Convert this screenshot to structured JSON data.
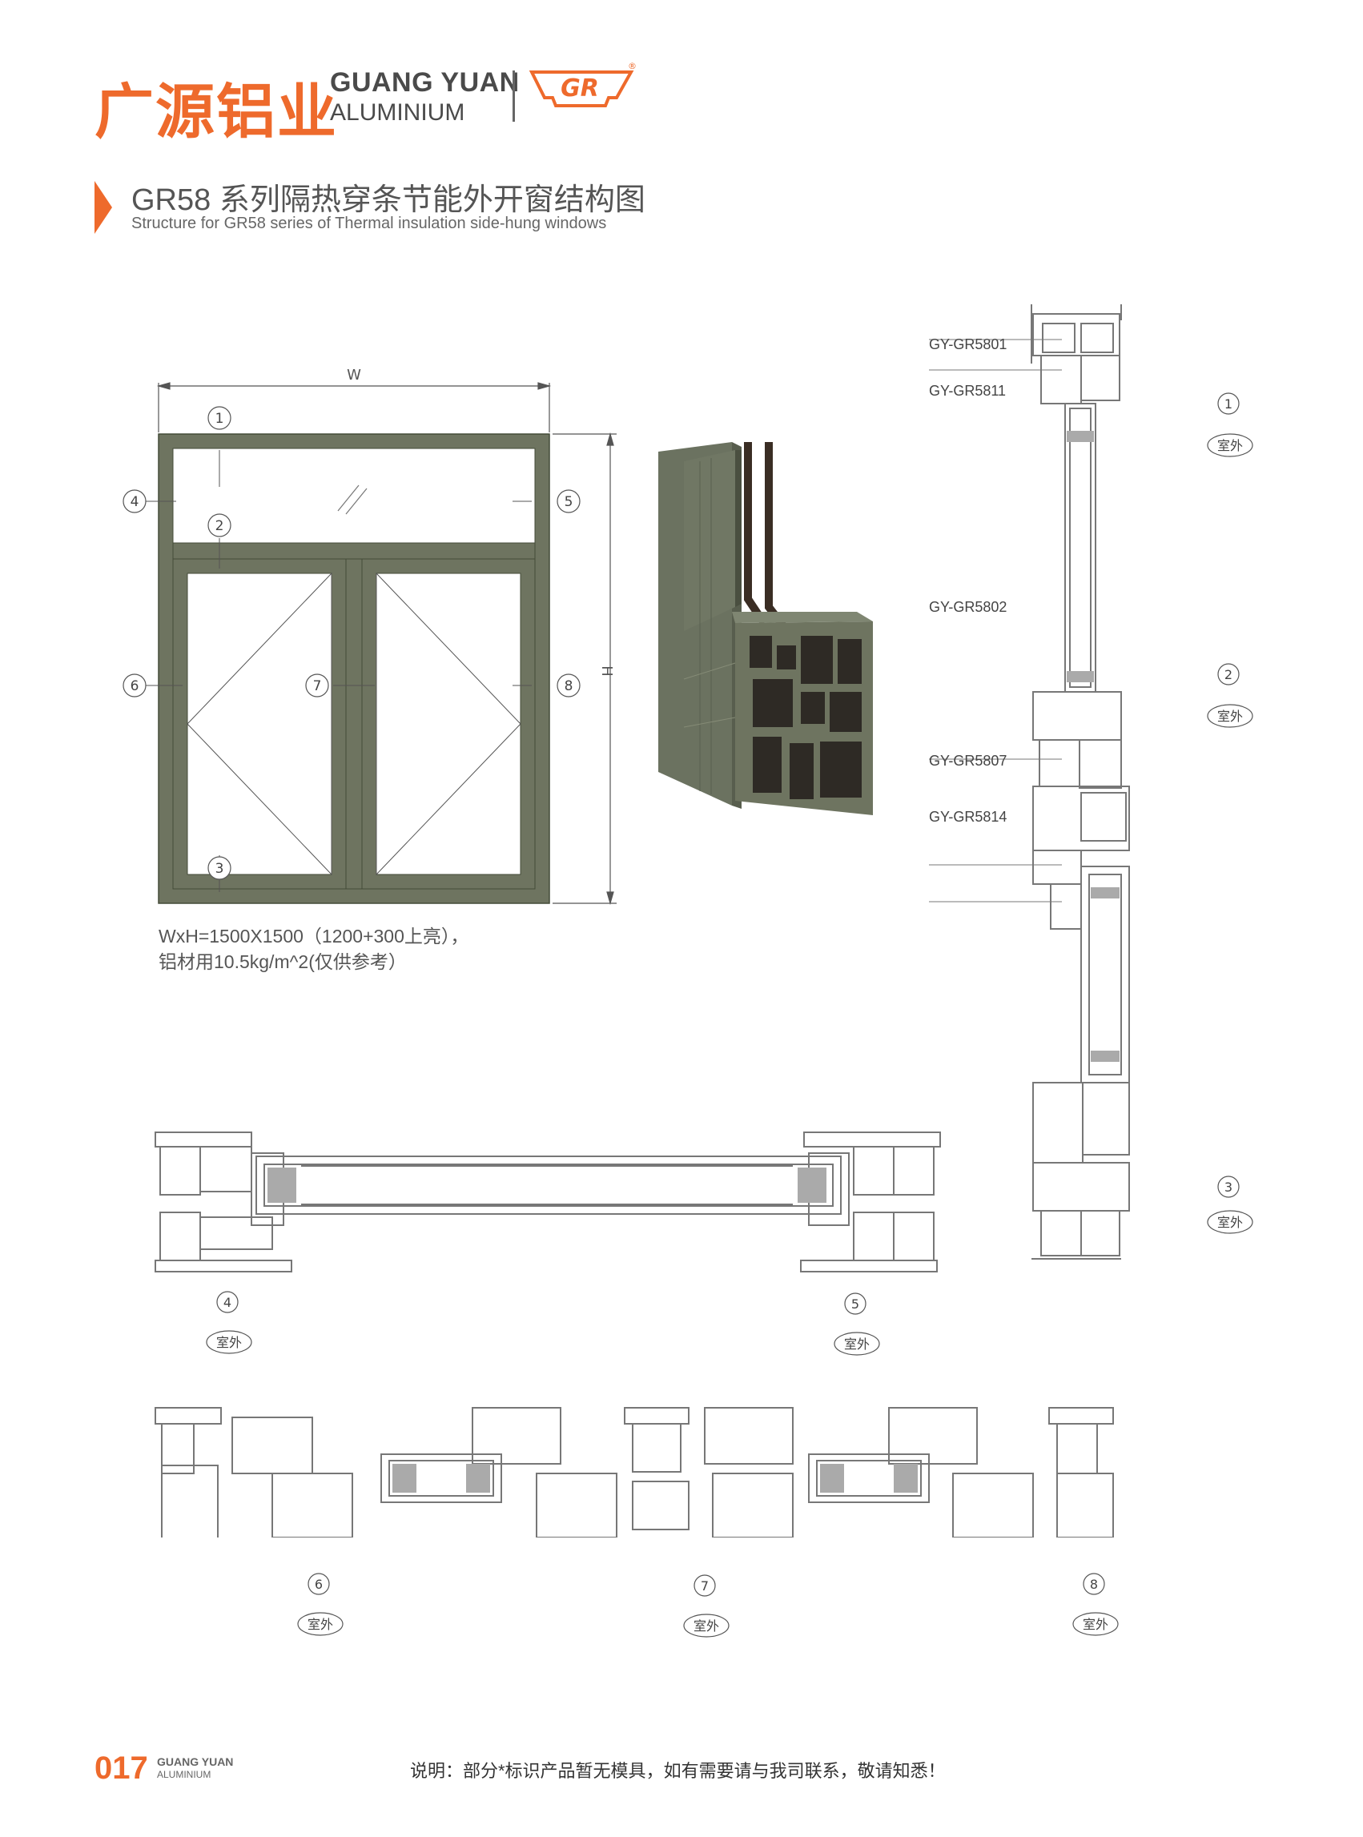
{
  "header": {
    "brand_cn": "广源铝业",
    "brand_en_line1": "GUANG YUAN",
    "brand_en_line2": "ALUMINIUM",
    "logo_letters": "GR",
    "registered_mark": "®"
  },
  "title": {
    "cn": "GR58 系列隔热穿条节能外开窗结构图",
    "en": "Structure for GR58 series of Thermal insulation side-hung windows"
  },
  "elevation": {
    "width_label": "W",
    "height_label": "H",
    "markers": [
      "1",
      "2",
      "3",
      "4",
      "5",
      "6",
      "7",
      "8"
    ],
    "spec_line1": "WxH=1500X1500（1200+300上亮），",
    "spec_line2": "铝材用10.5kg/m^2(仅供参考）"
  },
  "section_parts": [
    "GY-GR5801",
    "GY-GR5811",
    "GY-GR5802",
    "GY-GR5807",
    "GY-GR5814"
  ],
  "section_markers": {
    "m1": "1",
    "m2": "2",
    "m3": "3",
    "m4": "4",
    "m5": "5",
    "m6": "6",
    "m7": "7",
    "m8": "8"
  },
  "exterior_label": "室外",
  "footer": {
    "page_number": "017",
    "brand_line1": "GUANG YUAN",
    "brand_line2": "ALUMINIUM",
    "note": "说明：部分*标识产品暂无模具，如有需要请与我司联系，敬请知悉！"
  },
  "colors": {
    "brand_orange": "#ee6a2c",
    "frame_green": "#6e7460",
    "frame_dark": "#444b38",
    "line_gray": "#777777"
  }
}
